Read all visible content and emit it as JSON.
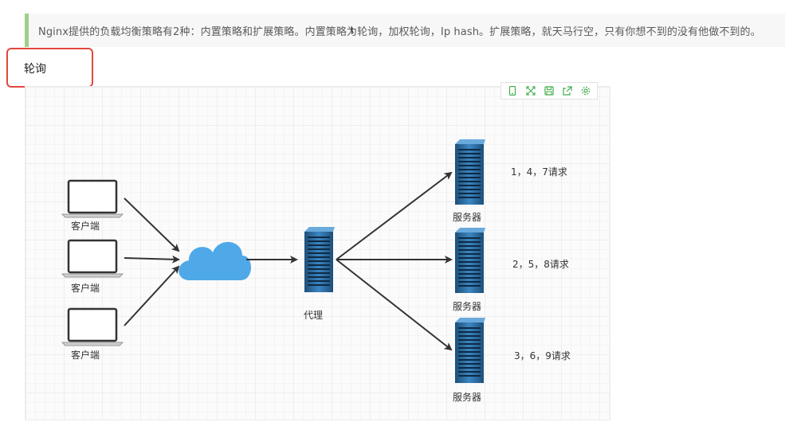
{
  "quote": {
    "text": "Nginx提供的负载均衡策略有2种：内置策略和扩展策略。内置策略为轮询，加权轮询，Ip hash。扩展策略，就天马行空，只有你想不到的没有他做不到的。"
  },
  "cursor": {
    "glyph": "I"
  },
  "section": {
    "heading": "轮询"
  },
  "toolbar": {
    "icons": [
      "mobile-icon",
      "fullscreen-icon",
      "save-icon",
      "export-icon",
      "settings-icon"
    ],
    "accent": "#3fae49"
  },
  "diagram": {
    "clients": [
      {
        "label": "客户端"
      },
      {
        "label": "客户端"
      },
      {
        "label": "客户端"
      }
    ],
    "proxy": {
      "label": "代理"
    },
    "servers": [
      {
        "label": "服务器",
        "requests": "1，4，7请求"
      },
      {
        "label": "服务器",
        "requests": "2，5，8请求"
      },
      {
        "label": "服务器",
        "requests": "3，6，9请求"
      }
    ],
    "colors": {
      "cloud": "#4fa8e8",
      "server_dark": "#1d4f79",
      "server_light": "#3b86c2",
      "arrow": "#333333"
    }
  }
}
